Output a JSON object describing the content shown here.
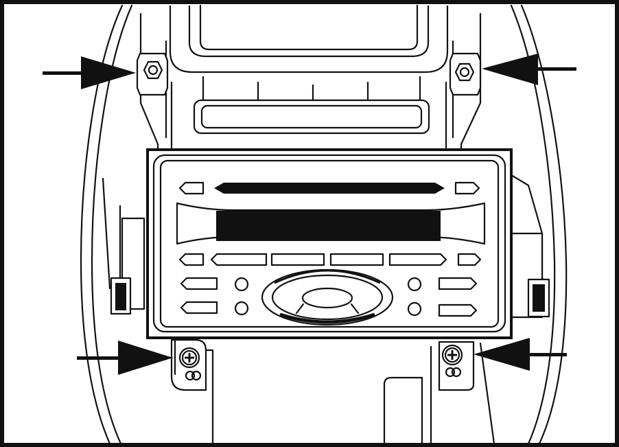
{
  "figure": {
    "subject": "car-stereo-removal-from-dash",
    "mounting_points": [
      {
        "id": "upper-left-nut",
        "fastener": "hex-nut",
        "arrow_direction": "right"
      },
      {
        "id": "upper-right-nut",
        "fastener": "hex-nut",
        "arrow_direction": "left"
      },
      {
        "id": "lower-left-screw",
        "fastener": "phillips-screw",
        "arrow_direction": "right"
      },
      {
        "id": "lower-right-screw",
        "fastener": "phillips-screw",
        "arrow_direction": "left"
      }
    ],
    "colors": {
      "ink": "#111111",
      "paper": "#ffffff"
    }
  }
}
